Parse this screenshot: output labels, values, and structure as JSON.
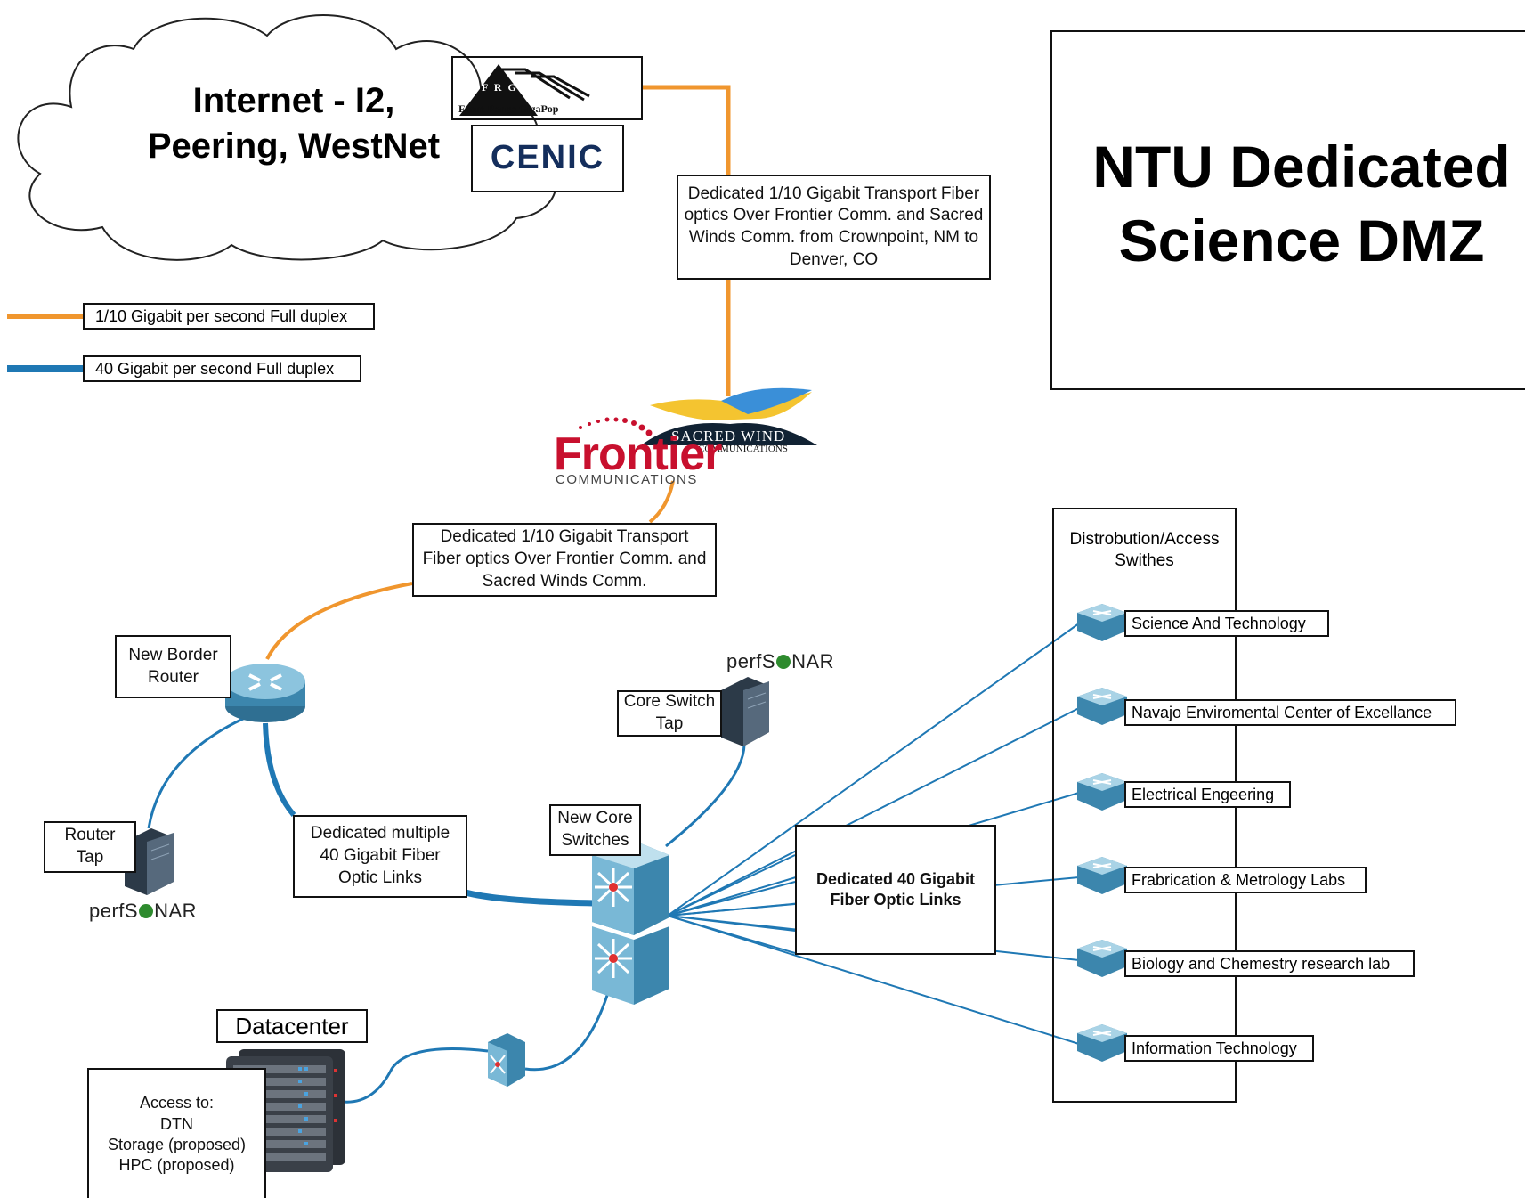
{
  "cloud": {
    "title": "Internet - I2,\nPeering, WestNet"
  },
  "logos": {
    "frgp_initials": "F R G P",
    "frgp_name": "Front Range GigaPop",
    "cenic": "CENIC",
    "frontier_name": "Frontier",
    "frontier_sub": "COMMUNICATIONS",
    "sacred_wind_name": "SACRED WIND",
    "sacred_wind_sub": "COMMUNICATIONS"
  },
  "main_title": "NTU Dedicated\nScience DMZ",
  "legend": [
    {
      "label": "1/10 Gigabit per second Full duplex",
      "color": "#F0962E"
    },
    {
      "label": "40 Gigabit per second Full duplex",
      "color": "#1F78B4"
    }
  ],
  "link_colors": {
    "orange": "#F0962E",
    "blue": "#1F78B4"
  },
  "transport_top": "Dedicated 1/10 Gigabit Transport Fiber\noptics Over Frontier Comm. and Sacred\nWinds Comm. from Crownpoint, NM to\nDenver, CO",
  "transport_mid": "Dedicated 1/10 Gigabit Transport\nFiber optics Over Frontier Comm. and\nSacred Winds Comm.",
  "border_router": "New Border\nRouter",
  "router_tap": "Router\nTap",
  "core_switch_tap": "Core Switch\nTap",
  "perfsonar": {
    "prefix": "perfS",
    "suffix": "NAR"
  },
  "multi_40g": "Dedicated  multiple\n40 Gigabit Fiber\nOptic Links",
  "core_switches": "New Core\nSwitches",
  "dedicated_40g": "Dedicated 40 Gigabit\nFiber Optic Links",
  "distribution": {
    "title": "Distrobution/Access\nSwithes",
    "items": [
      "Science And Technology",
      "Navajo Enviromental Center of Excellance",
      "Electrical Engeering",
      "Frabrication & Metrology Labs",
      "Biology and Chemestry research lab",
      "Information Technology"
    ]
  },
  "datacenter": {
    "title": "Datacenter",
    "access": "Access to:\nDTN\nStorage (proposed)\nHPC (proposed)"
  }
}
